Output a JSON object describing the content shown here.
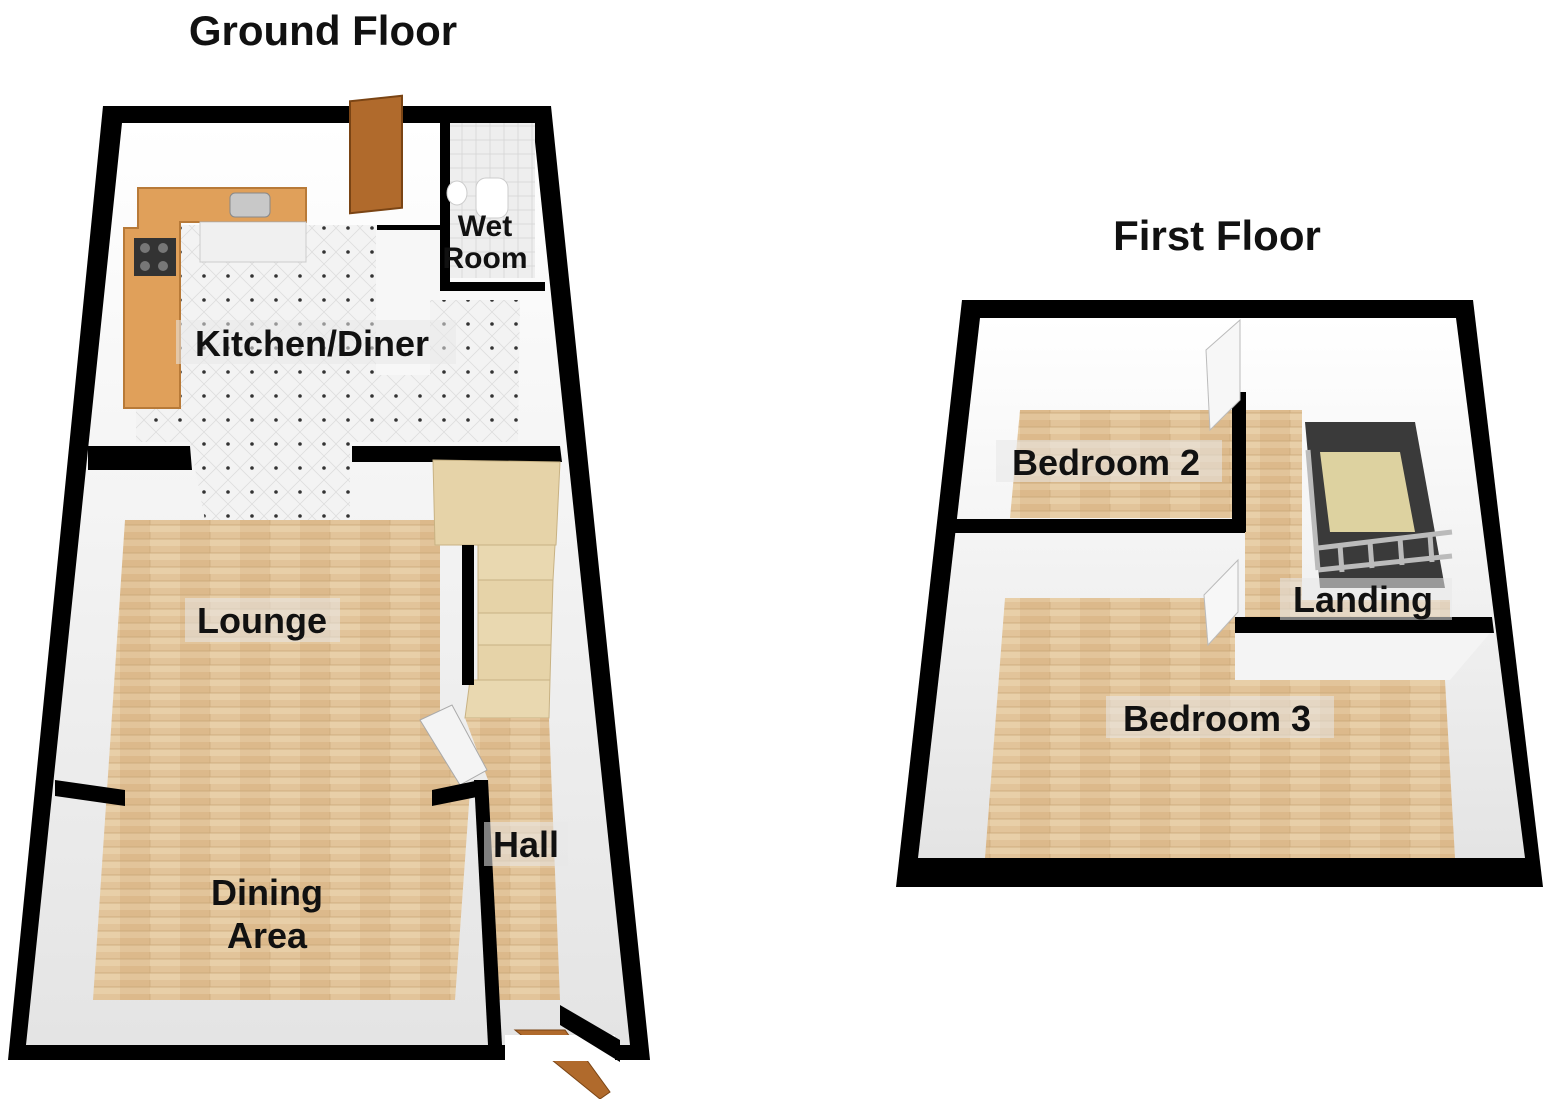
{
  "floors": {
    "ground": {
      "title": "Ground Floor",
      "rooms": {
        "kitchen_diner": "Kitchen/Diner",
        "wet_room_line1": "Wet",
        "wet_room_line2": "Room",
        "lounge": "Lounge",
        "dining_line1": "Dining",
        "dining_line2": "Area",
        "hall": "Hall"
      }
    },
    "first": {
      "title": "First Floor",
      "rooms": {
        "bedroom2": "Bedroom 2",
        "landing": "Landing",
        "bedroom3": "Bedroom 3"
      }
    }
  },
  "colors": {
    "wall": "#000000",
    "inner_wall": "#f2f2f2",
    "wood_floor": "#e2c49a",
    "tile_floor": "#f3f3f3",
    "worktop": "#e0a05a",
    "stairs": "#e6d3a8",
    "door": "#b06a2c"
  }
}
